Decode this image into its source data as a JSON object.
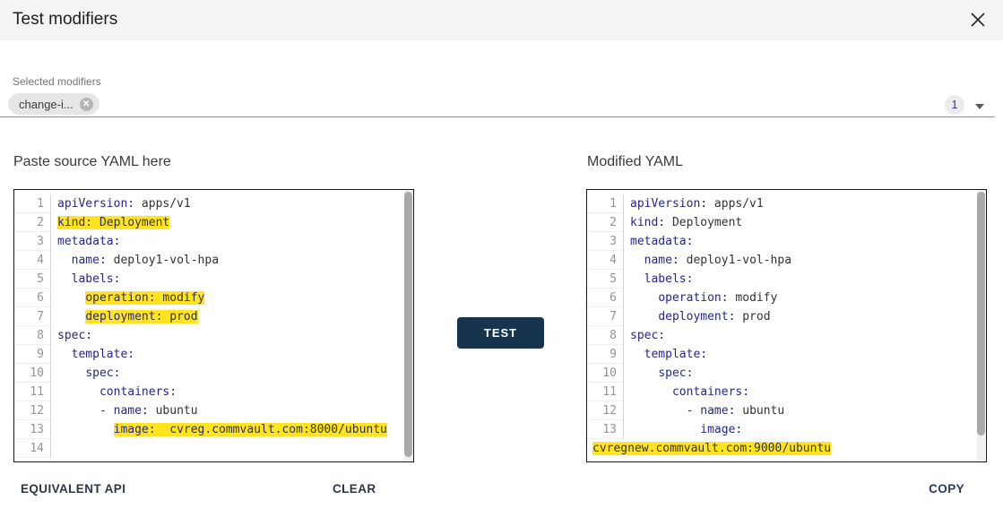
{
  "dialog": {
    "title": "Test modifiers"
  },
  "modifiers": {
    "label": "Selected modifiers",
    "chip": {
      "text": "change-i...",
      "remove_icon": "x"
    },
    "count_badge": "1"
  },
  "source_editor": {
    "title": "Paste source YAML here",
    "lines": [
      {
        "n": 1,
        "text": "apiVersion: apps/v1",
        "hl": false
      },
      {
        "n": 2,
        "text": "kind: Deployment",
        "hl": true
      },
      {
        "n": 3,
        "text": "metadata:",
        "hl": false
      },
      {
        "n": 4,
        "text": "  name: deploy1-vol-hpa",
        "hl": false
      },
      {
        "n": 5,
        "text": "  labels:",
        "hl": false
      },
      {
        "n": 6,
        "text": "    operation: modify",
        "hl": true
      },
      {
        "n": 7,
        "text": "    deployment: prod",
        "hl": true
      },
      {
        "n": 8,
        "text": "spec:",
        "hl": false
      },
      {
        "n": 9,
        "text": "  template:",
        "hl": false
      },
      {
        "n": 10,
        "text": "    spec:",
        "hl": false
      },
      {
        "n": 11,
        "text": "      containers:",
        "hl": false
      },
      {
        "n": 12,
        "text": "      - name: ubuntu",
        "hl": false
      },
      {
        "n": 13,
        "text": "        image:  cvreg.commvault.com:8000/ubuntu",
        "hl": true
      },
      {
        "n": 14,
        "text": "",
        "hl": false
      }
    ]
  },
  "modified_editor": {
    "title": "Modified YAML",
    "lines": [
      {
        "n": 1,
        "text": "apiVersion: apps/v1",
        "hl": false
      },
      {
        "n": 2,
        "text": "kind: Deployment",
        "hl": false
      },
      {
        "n": 3,
        "text": "metadata:",
        "hl": false
      },
      {
        "n": 4,
        "text": "  name: deploy1-vol-hpa",
        "hl": false
      },
      {
        "n": 5,
        "text": "  labels:",
        "hl": false
      },
      {
        "n": 6,
        "text": "    operation: modify",
        "hl": false
      },
      {
        "n": 7,
        "text": "    deployment: prod",
        "hl": false
      },
      {
        "n": 8,
        "text": "spec:",
        "hl": false
      },
      {
        "n": 9,
        "text": "  template:",
        "hl": false
      },
      {
        "n": 10,
        "text": "    spec:",
        "hl": false
      },
      {
        "n": 11,
        "text": "      containers:",
        "hl": false
      },
      {
        "n": 12,
        "text": "        - name: ubuntu",
        "hl": false
      },
      {
        "n": 13,
        "text": "          image:",
        "hl": false
      },
      {
        "n": null,
        "text": "cvregnew.commvault.com:9000/ubuntu",
        "hl": true,
        "cont": true
      }
    ]
  },
  "actions": {
    "test": "TEST",
    "equivalent_api": "EQUIVALENT API",
    "clear": "CLEAR",
    "copy": "COPY"
  },
  "colors": {
    "accent": "#17344e",
    "highlight_yellow": "#ffe41f",
    "yaml_key": "#26268c",
    "header_bg": "#f4f4f5"
  }
}
